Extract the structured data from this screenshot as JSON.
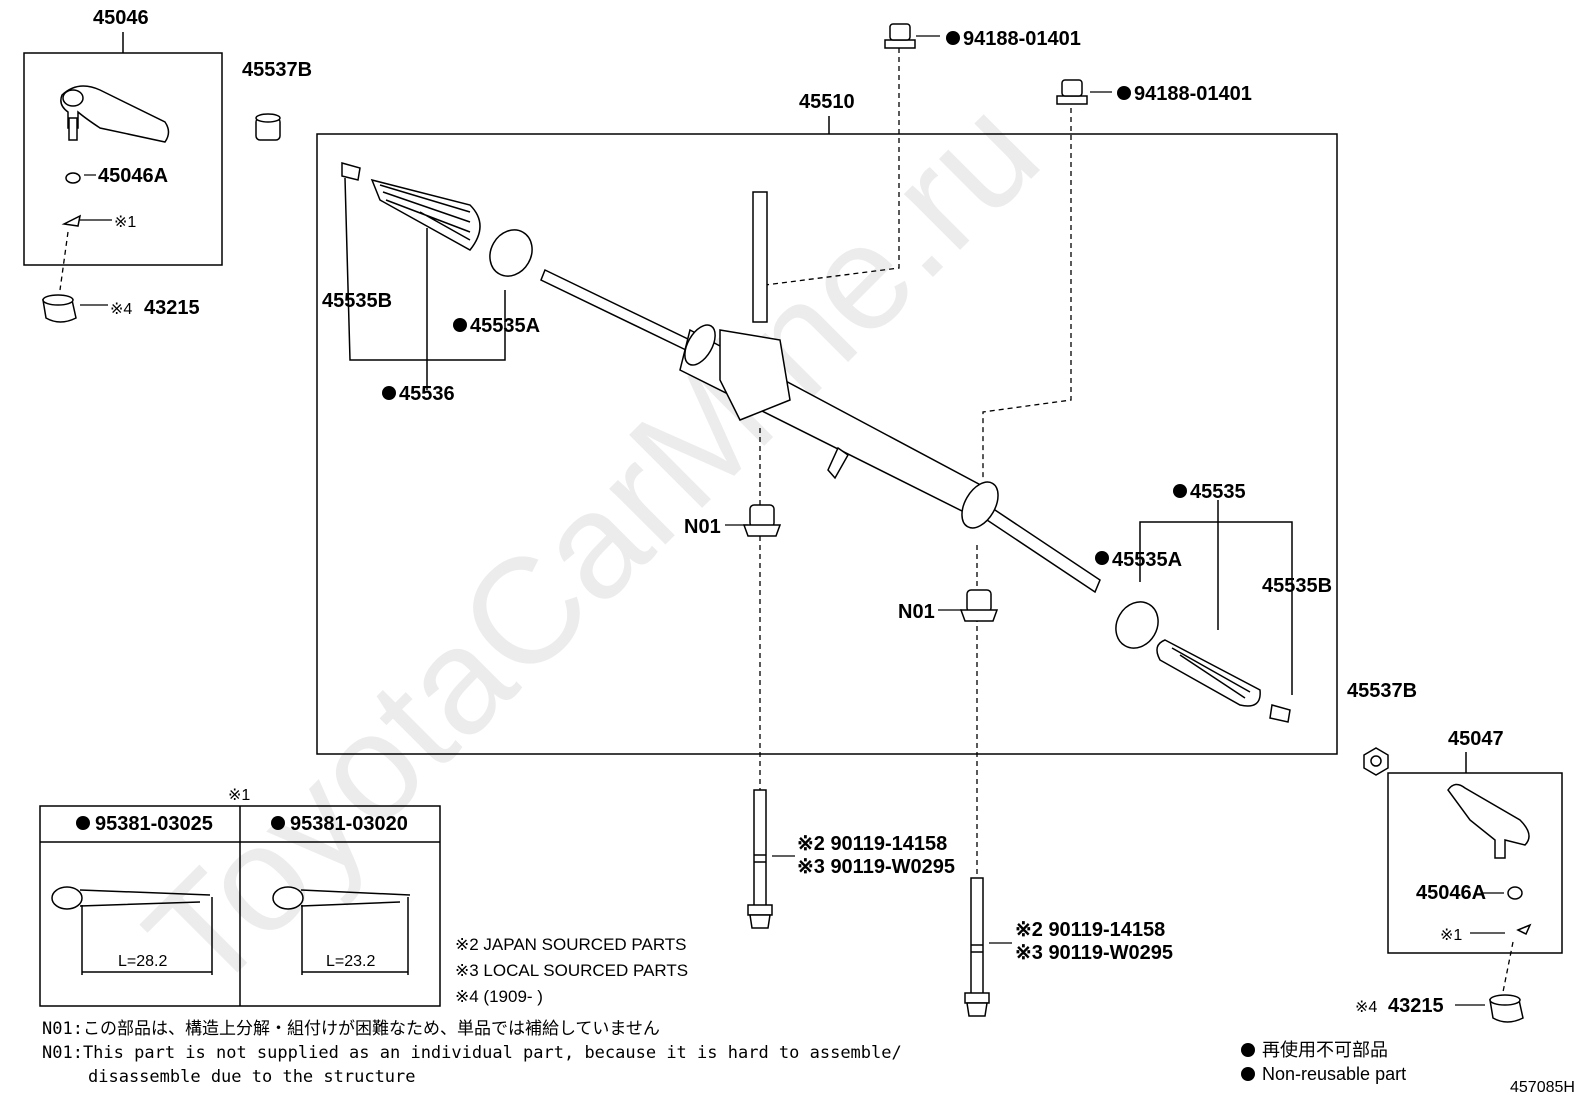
{
  "watermark": "ToyotaCarMine.ru",
  "labels": {
    "p45046": "45046",
    "p45537B_left": "45537B",
    "p45046A_left": "45046A",
    "cotter_left": "※1",
    "p43215_left": "43215",
    "p43215_left_prefix": "※4",
    "p45510": "45510",
    "nut1": "94188-01401",
    "nut2": "94188-01401",
    "p45535B_left": "45535B",
    "p45535A_left": "45535A",
    "p45536": "45536",
    "p45535": "45535",
    "p45535A_right": "45535A",
    "p45535B_right": "45535B",
    "n01_left": "N01",
    "n01_right": "N01",
    "p45537B_right": "45537B",
    "p45047": "45047",
    "p45046A_right": "45046A",
    "cotter_right": "※1",
    "p43215_right": "43215",
    "p43215_right_prefix": "※4",
    "bolt1_a": "※2 90119-14158",
    "bolt1_b": "※3 90119-W0295",
    "bolt2_a": "※2 90119-14158",
    "bolt2_b": "※3 90119-W0295",
    "diagram_id": "457085H"
  },
  "cotter_table": {
    "title": "※1",
    "col1_part": "95381-03025",
    "col1_length": "L=28.2",
    "col2_part": "95381-03020",
    "col2_length": "L=23.2"
  },
  "footnotes": {
    "note2": "※2 JAPAN SOURCED PARTS",
    "note3": "※3 LOCAL SOURCED PARTS",
    "note4": "※4 (1909-     )",
    "n01_jp": "N01:この部品は、構造上分解・組付けが困難なため、単品では補給していません",
    "n01_en1": "N01:This part is not supplied as an individual part, because it is hard to assemble/",
    "n01_en2": "disassemble due to the structure"
  },
  "legend": {
    "jp": "再使用不可部品",
    "en": "Non-reusable part"
  }
}
